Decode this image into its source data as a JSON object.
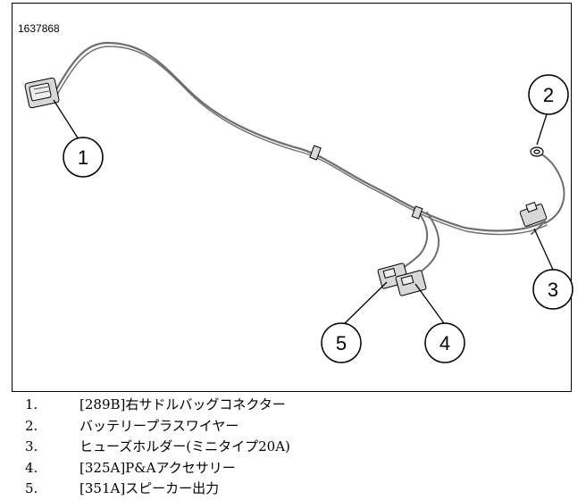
{
  "figure": {
    "id": "1637868"
  },
  "callouts": [
    {
      "number": "1"
    },
    {
      "number": "2"
    },
    {
      "number": "3"
    },
    {
      "number": "4"
    },
    {
      "number": "5"
    }
  ],
  "legend": [
    {
      "number": "1.",
      "text": "[289B]右サドルバッグコネクター"
    },
    {
      "number": "2.",
      "text": "バッテリープラスワイヤー"
    },
    {
      "number": "3.",
      "text": "ヒューズホルダー(ミニタイプ20A)"
    },
    {
      "number": "4.",
      "text": "[325A]P&Aアクセサリー"
    },
    {
      "number": "5.",
      "text": "[351A]スピーカー出力"
    }
  ],
  "colors": {
    "line": "#000000",
    "harness": "#6e6e6e",
    "connector_fill": "#d8d8d8",
    "background": "#ffffff"
  }
}
